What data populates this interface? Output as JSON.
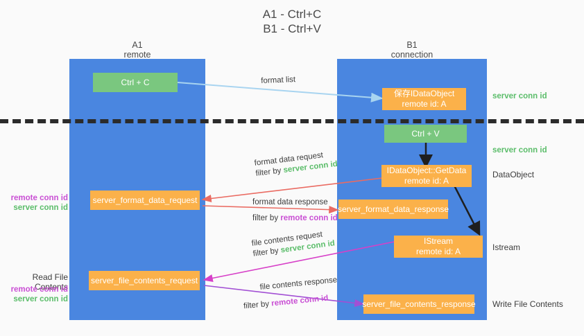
{
  "title": {
    "line1": "A1 - Ctrl+C",
    "line2": "B1 - Ctrl+V"
  },
  "colors": {
    "lane": "#4a86e0",
    "green_box": "#7ac77f",
    "orange_box": "#fbb14a",
    "server_conn_id": "#5bbd6a",
    "remote_conn_id": "#c94fd4",
    "arrow_blue": "#a8d4f0",
    "arrow_red": "#ea6b62",
    "arrow_magenta": "#d740c8",
    "arrow_purple": "#a24fd4",
    "arrow_black": "#1f1f1f",
    "background": "#fafafa"
  },
  "columns": [
    {
      "name": "A1",
      "role": "remote"
    },
    {
      "name": "B1",
      "role": "connection"
    }
  ],
  "nodes": {
    "ctrl_c": {
      "label": "Ctrl + C",
      "kind": "green"
    },
    "save_idataobject": {
      "label": "保存IDataObject",
      "sub": "remote id: A",
      "kind": "orange"
    },
    "ctrl_v": {
      "label": "Ctrl + V",
      "kind": "green"
    },
    "getdata": {
      "label": "IDataObject::GetData",
      "sub": "remote id: A",
      "kind": "orange"
    },
    "format_data_request": {
      "label": "server_format_data_request",
      "kind": "orange"
    },
    "format_data_response": {
      "label": "server_format_data_response",
      "kind": "orange"
    },
    "istream": {
      "label": "IStream",
      "sub": "remote id: A",
      "kind": "orange"
    },
    "file_contents_request": {
      "label": "server_file_contents_request",
      "kind": "orange"
    },
    "file_contents_response": {
      "label": "server_file_contents_response",
      "kind": "orange"
    }
  },
  "right_labels": {
    "server_conn_id_top": "server conn id",
    "server_conn_id_mid": "server conn id",
    "dataobject": "DataObject",
    "istream": "Istream",
    "write_file_contents": "Write File Contents"
  },
  "left_labels": {
    "remote_conn_id_1": "remote conn id",
    "server_conn_id_1": "server conn id",
    "read_file_contents": "Read File Contents",
    "remote_conn_id_2": "remote conn id",
    "server_conn_id_2": "server conn id"
  },
  "edges": {
    "format_list": {
      "text": "format list"
    },
    "format_data_request": {
      "line1": "format data request",
      "filter_prefix": "filter by ",
      "filter_key": "server conn id"
    },
    "format_data_response": {
      "line1": "format data response",
      "filter_prefix": "filter by ",
      "filter_key": "remote conn id"
    },
    "file_contents_request": {
      "line1": "file contents request",
      "filter_prefix": "filter by ",
      "filter_key": "server conn id"
    },
    "file_contents_response": {
      "line1": "file contents response",
      "filter_prefix": "filter by ",
      "filter_key": "remote conn id"
    }
  }
}
